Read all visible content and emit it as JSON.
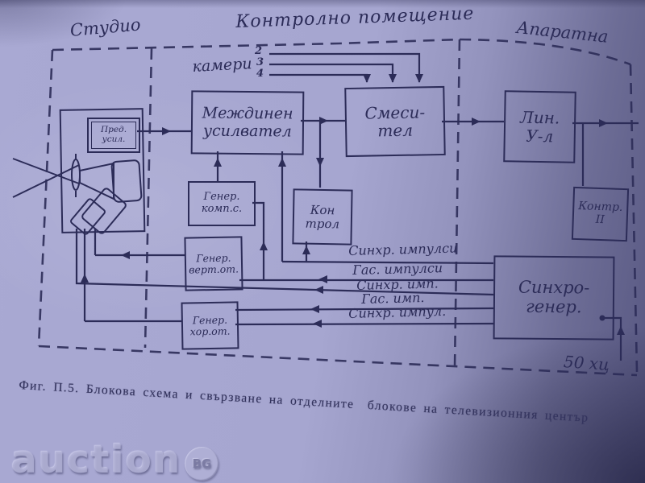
{
  "regions": {
    "studio": "Студио",
    "control_room": "Контролно помещение",
    "apparatus_room": "Апаратна"
  },
  "labels": {
    "cameras": "камери",
    "camera_numbers": [
      "2",
      "3",
      "4"
    ],
    "fifty_hz": "50 хц"
  },
  "blocks": {
    "preamp": {
      "line1": "Пред.",
      "line2": "усил."
    },
    "intermediate_amplifier": {
      "line1": "Междинен",
      "line2": "усилвател"
    },
    "mixer": {
      "line1": "Смеси-",
      "line2": "тел"
    },
    "line_amplifier": {
      "line1": "Лин.",
      "line2": "У-л"
    },
    "control2": {
      "line1": "Контр.",
      "line2": "II"
    },
    "gen_comp": {
      "line1": "Генер.",
      "line2": "комп.с."
    },
    "control": {
      "line1": "Кон",
      "line2": "трол"
    },
    "gen_vert": {
      "line1": "Генер.",
      "line2": "верт.от."
    },
    "gen_hor": {
      "line1": "Генер.",
      "line2": "хор.от."
    },
    "sync_generator": {
      "line1": "Синхро-",
      "line2": "генер."
    }
  },
  "signal_lines": [
    "Синхр. импулси",
    "Гас. импулси",
    "Синхр. имп.",
    "Гас. имп.",
    "Синхр. импул."
  ],
  "caption": "Фиг. П.5. Блокова схема и свързване на отделните  блокове на телевизионния център",
  "watermark": {
    "text": "auction",
    "badge": "BG"
  },
  "colors": {
    "ink": "#2c2c58",
    "paper": "#a9a9d3"
  }
}
